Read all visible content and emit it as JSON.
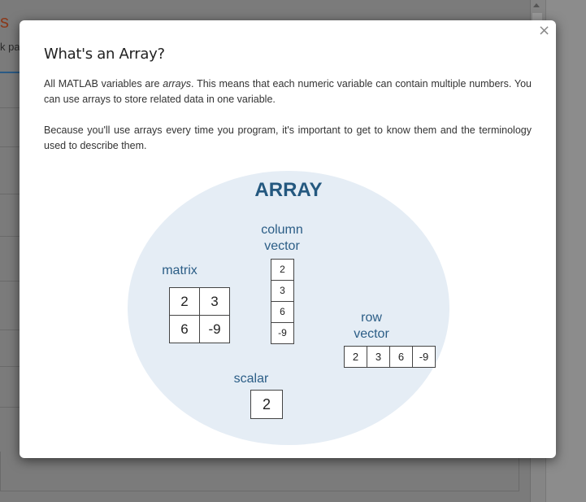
{
  "background": {
    "title_fragment": "s",
    "subtitle_fragment": "k pa"
  },
  "modal": {
    "close_label": "×",
    "title": "What's an Array?",
    "paragraph1_before": "All MATLAB variables are ",
    "paragraph1_em": "arrays",
    "paragraph1_after": ". This means that each numeric variable can contain multiple numbers. You can use arrays to store related data in one variable.",
    "paragraph2": "Because you'll use arrays every time you program, it's important to get to know them and the terminology used to describe them."
  },
  "diagram": {
    "title": "ARRAY",
    "column_vector": {
      "label_line1": "column",
      "label_line2": "vector",
      "values": [
        "2",
        "3",
        "6",
        "-9"
      ]
    },
    "matrix": {
      "label": "matrix",
      "values": [
        "2",
        "3",
        "6",
        "-9"
      ]
    },
    "row_vector": {
      "label_line1": "row",
      "label_line2": "vector",
      "values": [
        "2",
        "3",
        "6",
        "-9"
      ]
    },
    "scalar": {
      "label": "scalar",
      "value": "2"
    },
    "colors": {
      "ellipse": "#e5edf5",
      "title": "#24587f",
      "labels": "#2b5d86"
    }
  }
}
